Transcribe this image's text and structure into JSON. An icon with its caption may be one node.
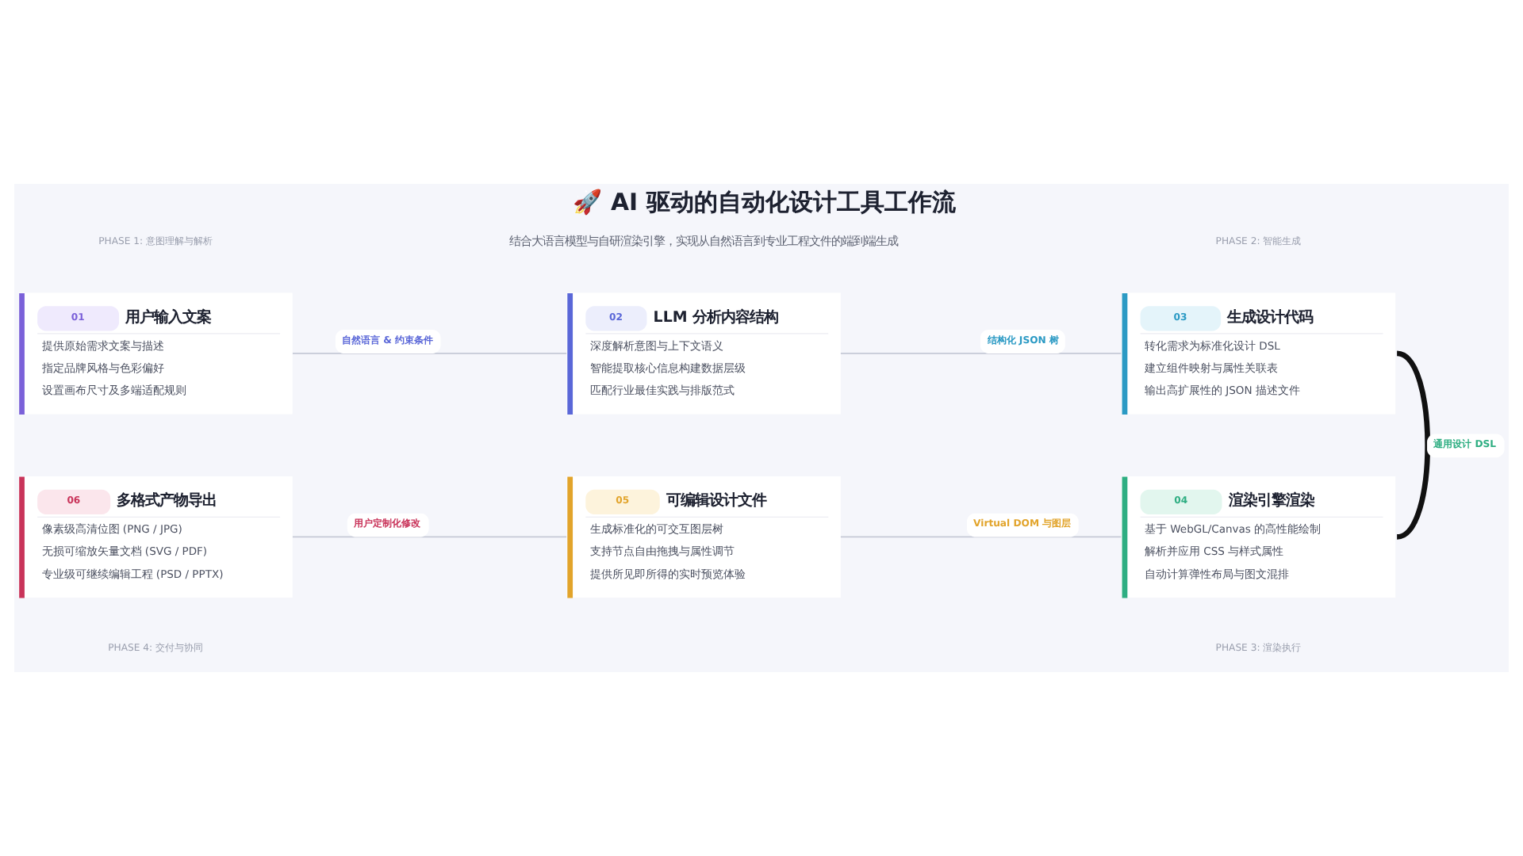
{
  "diagram": {
    "title": "🚀 AI 驱动的自动化设计工具工作流",
    "nodes": [
      {
        "text": [
          "01",
          "用户输入文案",
          "提供原始需求文案与描述",
          "指定品牌风格与色彩偏好",
          "设置画布尺寸及多端适配规则"
        ]
      },
      {
        "text": [
          "02",
          "LLM 分析内容结构",
          "深度解析意图与上下文语义",
          "智能提取核心信息构建数据层级",
          "匹配行业最佳实践与排版范式"
        ]
      },
      {
        "text": [
          "03",
          "生成设计代码",
          "转化需求为标准化设计 DSL",
          "建立组件映射与属性关联表",
          "输出高扩展性的 JSON 描述文件"
        ]
      },
      {
        "text": [
          "06",
          "多格式产物导出",
          "像素级高清位图 (PNG / JPG)",
          "无损可缩放矢量文档 (SVG / PDF)",
          "专业级可继续编辑工程 (PSD / PPTX)"
        ]
      },
      {
        "text": [
          "05",
          "可编辑设计文件",
          "生成标准化的可交互图层树",
          "支持节点自由拖拽与属性调节",
          "提供所见即所得的实时预览体验"
        ]
      },
      {
        "text": [
          "04",
          "渲染引擎渲染",
          "基于 WebGL/Canvas 的高性能绘制",
          "解析并应用 CSS 与样式属性",
          "自动计算弹性布局与图文混排"
        ]
      }
    ],
    "edges": [
      {
        "from": 0,
        "to": 1,
        "arrow": "none",
        "label": "自然语言 & 约束条件"
      },
      {
        "from": 1,
        "to": 2,
        "arrow": "none",
        "label": "结构化 JSON 树"
      },
      {
        "from": 2,
        "to": 5,
        "arrow": "none",
        "label": "通用设计 DSL",
        "style": "thick",
        "color": "#111111"
      },
      {
        "from": 5,
        "to": 4,
        "arrow": "none",
        "label": "Virtual DOM 与图层"
      },
      {
        "from": 4,
        "to": 3,
        "arrow": "none",
        "label": "用户定制化修改"
      }
    ],
    "labels": [
      "结合大语言模型与自研渲染引擎，实现从自然语言到专业工程文件的端到端生成",
      "PHASE 1: 意图理解与解析",
      "PHASE 2: 智能生成",
      "PHASE 4: 交付与协同",
      "PHASE 3: 渲染执行"
    ]
  }
}
